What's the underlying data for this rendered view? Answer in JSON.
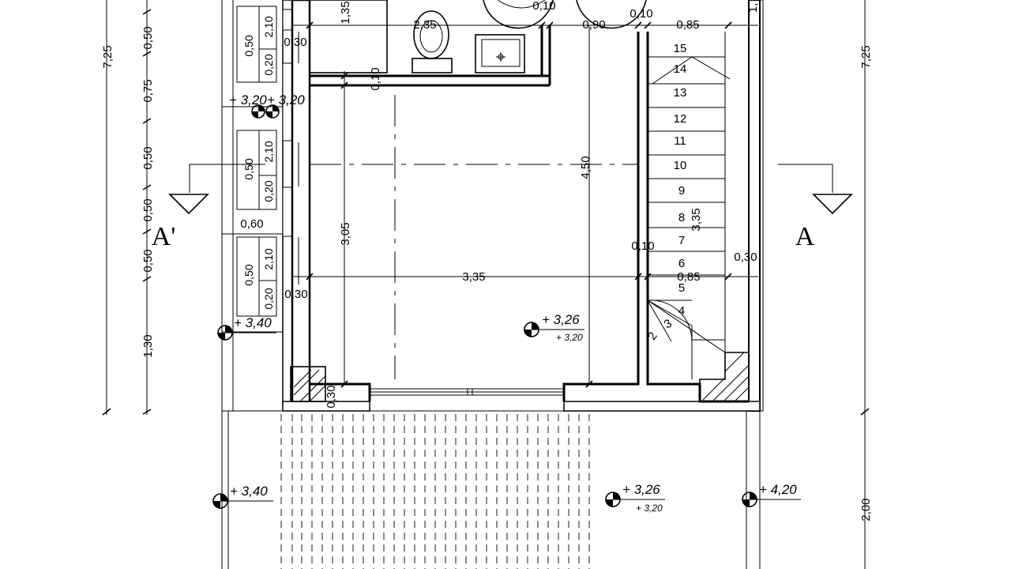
{
  "dimensions": {
    "left_total": "7,25",
    "right_total": "7,25",
    "right_extension": "2,00",
    "left_chain": [
      "0,50",
      "0,75",
      "0,50",
      "0,50",
      "0,50",
      "1,30"
    ],
    "room_width": "3,35",
    "room_height": "3,05",
    "room_plus_bath_height": "4,50",
    "bath_width": "2,35",
    "bath_height_partial": "1,35",
    "wall_010_top": "0,10",
    "wall_010_top2": "0,10",
    "wall_010_bath": "0,10",
    "wall_010_stair": "0,10",
    "opening_090": "0,90",
    "stair_width_top": "0,85",
    "stair_width_bottom": "0,85",
    "stair_run": "3,35",
    "stair_wall": "0,30",
    "facade_030_top": "0,30",
    "facade_030_bottom": "0,30",
    "facade_030_low": "0,30",
    "pier_060": "0,60",
    "top_partial": "1,"
  },
  "windows": [
    {
      "width": "0,50",
      "height": "2,10",
      "sill": "0,20"
    },
    {
      "width": "0,50",
      "height": "2,10",
      "sill": "0,20"
    },
    {
      "width": "0,50",
      "height": "2,10",
      "sill": "0,20"
    }
  ],
  "levels": {
    "terrace_upper": "+ 3,20",
    "terrace_upper2": "+ 3,20",
    "balcony_left": "+ 3,40",
    "room_main": "+ 3,26",
    "room_sub": "+ 3,20",
    "terrace_left": "+ 3,40",
    "terrace_main": "+ 3,26",
    "terrace_sub": "+ 3,20",
    "terrace_right": "+ 4,20"
  },
  "section_marks": {
    "left": "A'",
    "right": "A"
  },
  "stair_steps": [
    "15",
    "14",
    "13",
    "12",
    "11",
    "10",
    "9",
    "8",
    "7",
    "6",
    "5",
    "4",
    "3",
    "2"
  ]
}
